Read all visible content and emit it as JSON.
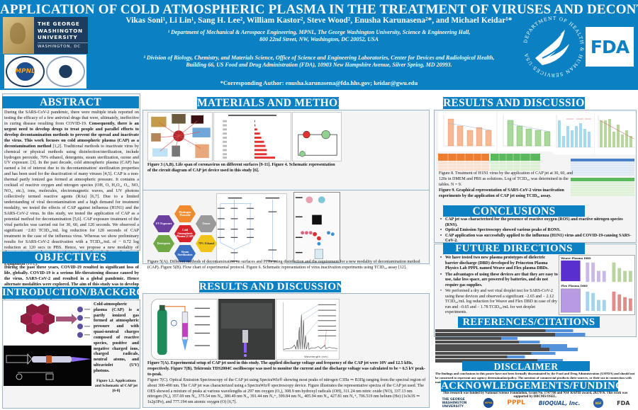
{
  "header": {
    "title": "APPLICATION OF COLD ATMOSPHERIC PLASMA IN THE TREATMENT OF VIRUSES AND DECONTAMINATION",
    "authors": "Vikas Soni¹, Li Lin¹, Sang H. Lee², William Kastor², Steve Wood², Enusha Karunasena²*, and Michael Keidar¹*",
    "affiliation1_line1": "¹ Department of Mechanical & Aerospace Engineering, MPNL, The George Washington University, Science & Engineering Hall,",
    "affiliation1_line2": "800 22nd Street, NW, Washington, DC 20052, USA",
    "affiliation2_line1": "² Division of Biology, Chemistry, and Materials Science, Office of Science and Engineering Laboratories, Center for Devices and Radiological Health,",
    "affiliation2_line2": "Building 66, US Food and Drug Administration (FDA), 10903 New Hampshire Avenue, Silver Spring, MD 20993.",
    "corresponding": "*Corresponding Author: enusha.karunasena@fda.hhs.gov; keidar@gwu.edu",
    "logos": {
      "gwu_line1": "THE GEORGE",
      "gwu_line2": "WASHINGTON",
      "gwu_line3": "UNIVERSITY",
      "gwu_line4": "WASHINGTON, DC",
      "mpnl": "MPNL",
      "hhs_ring": "DEPARTMENT OF HEALTH & HUMAN SERVICES·USA",
      "fda": "FDA"
    }
  },
  "abstract": {
    "heading": "ABSTRACT",
    "p1": "During the SARS-CoV-2 pandemic, there were multiple trials reported on testing the efficacy of a few antiviral drugs that were, ultimately, ineffective in curing disease resulting from COVID-19.",
    "p2_bold": "Consequently, there is an urgent need to develop drugs to treat people and parallel efforts to develop decontamination methods to prevent the spread and inactivate the virus. This work focuses on cold atmospheric plasma (CAP) as a decontamination method",
    "p2_ref": " [1,2].",
    "p3": "Traditional methods to inactivate virus by chemical or physical methods using disinfection/sterilization, include hydrogen peroxide, 70% ethanol, detergents, steam sterilization, ozone and UV exposure. [3]. In the past decade, cold atmospheric plasma (CAP) has earned a lot of interest due to its decontamination/ sterilization properties and has been used for the deactivation of many viruses [4,5]. CAP is a non-thermal partly ionized gas formed at atmospheric pressure. It contains a cocktail of reactive oxygen and nitrogen species (OH, O, H₂O₂, O₃, NO, NO₂, etc.), ions, molecules, electromagnetic waves, and UV photons collectively termed reactive agents (RAs) [6,7]. Due to a limited understanding of viral decontamination and a high demand for treatment modality, we tested the effects of CAP against influenza (H1N1) and the SARS-CoV-2 virus. In this study, we tested the application of CAP as a potential method for decontamination [5,6]. CAP exposure treatment of the viral particles was carried out for 30, 60, and 120 seconds. We observed a significant −2.83 TCID₅₀/mL log reduction for 120 seconds of CAP treatment in the case of the influenza virus. Whereas we show preliminary results for SARS-CoV-2 deactivation with a TCID₅₀/mL of − 0.72 log reduction at 120 secs in PBS. Hence, we propose a new modality of decontamination and preventive interventions through the application of CAP which could be used in decontaminating ",
    "p3_bold_end": "Personal Protective Equipment",
    "p3_tail": " (PPE)."
  },
  "objectives": {
    "heading": "OBJECTIVES",
    "text": "During the past three years, COVID-19 resulted in significant loss of life, globally. COVID-19 is a serious life-threatening disease caused by the virus, SARS-CoV-2 and resulted in a global pandemic. Hence alternate modalities were explored. The aim of this study was to develop a potential method of decontamination rendering viruses inactive. To do this, we developed and tested cold atmospheric plasma (CAP) to inactivate viruses like influenza and SARS-CoV-2."
  },
  "introduction": {
    "heading": "INTRODUCTION/BACKGROUND",
    "text": "Cold-atmospheric plasma (CAP) is a partly ionized gas formed at atmospheric pressure and with quasi-neutral charges composed of reactive species, positive and negative charged ions, charged radicals, neutral atoms, and ultraviolet (UV) photons.",
    "caption": "Figure 1,2. Applications and Schematic of CAP jet [6-8]",
    "fig_labels": [
      "Noble Gas Supply",
      "Anode",
      "Plasma Source",
      "Cathode",
      "Plasma"
    ]
  },
  "materials_methods": {
    "heading": "MATERIALS AND METHODS",
    "fig3_labels": [
      "Food & Drinks",
      "4 Hours",
      "3 Hours",
      "Life span of SARS-CoV-2",
      "1 - 3 Days",
      "Plastic material",
      "24 hours",
      "Stainless steel",
      "Water",
      "1 - 2 days",
      "Skin"
    ],
    "fig3b_title": "How long the new coronavirus can live on surfaces",
    "fig3b_durations": [
      "3 Hours",
      "4 Hours",
      "24 Hours",
      "2 Days",
      "3 Days",
      "2 - 3 Days",
      "4 Days",
      "5 Days",
      "6 Days",
      "7 Days"
    ],
    "fig4_labels": [
      "Frequency generator",
      "DC power supply",
      "IGBT",
      "IGBT - Insulated gate bipolar transistor"
    ],
    "caption1": "Figure 3 (A,B). Life span of coronavirus on different surfaces [9-11]. Figure 4. Schematic representation of the circuit diagram of CAP jet device used in this study [6].",
    "hexagons": [
      {
        "label": "Hydrogen Peroxide",
        "color": "#ef8a2e"
      },
      {
        "label": "UV Exposure",
        "color": "#6a3fa0"
      },
      {
        "label": "Ozone",
        "color": "#9a9a9a"
      },
      {
        "label": "Cold Atmospheric Plasma (CAP)",
        "color": "#d8222a"
      },
      {
        "label": "Detergents",
        "color": "#6fa844"
      },
      {
        "label": "70% Ethanol",
        "color": "#f0c419"
      },
      {
        "label": "Steam Sterilization",
        "color": "#3b6fc2"
      }
    ],
    "flow_labels": [
      "Dilute Virus Inoculum",
      "Experimental",
      "Medium Control",
      "Negative Control",
      "Cell Viability Control",
      "Observe CPE"
    ],
    "fig6_labels": [
      "Virus added to surface plate",
      "Exposed to Plasma",
      "Application to host cells",
      "Incubation",
      "TCID50 assay"
    ],
    "caption2": "Figure 5(A). Different methods of decontamination on surfaces and PPEs using disinfection and the requirement for a new modality of decontamination method (CAP). Figure 5(B). Flow chart of experimental protocol. Figure 6. Schematic representation of virus inactivation experiments using TCID₅₀ assay [12]."
  },
  "results_middle": {
    "heading": "RESULTS AND DISCUSSION",
    "fig7a_labels": [
      "Gas Inlet",
      "Inner Electrode",
      "Quartz Tube",
      "Copper Electrode",
      "Plasma Jet Plume",
      "High Voltage Supply",
      "Ground Electrode",
      "Helium Tank"
    ],
    "fig7c_xlabel": "Wavelength (nm)",
    "fig7c_ylabel": "Intensity (a.u.)",
    "fig7c_xticks": [
      "300",
      "400",
      "500",
      "600",
      "700",
      "800"
    ],
    "caption_a": "Figure 7(A). Experimental setup of CAP jet used in this study. The applied discharge voltage and frequency of the CAP jet were 10V and 12.5 kHz, respectively. Figure 7(B). Tektronix TDS2004C oscilloscope was used to monitor the current and the discharge voltage was calculated to be ~ 6.5 kV peak-to-peak.",
    "caption_c": "Figure 7(C). Optical Emission Spectroscopy of the CAP jet using SpectraWiz® showing most peaks of nitrogen C3Πu ⇒ B3Πg ranging from the spectral region of about 300-490 nm. The CAP jet was characterized using a SpectraWiz® spectroscopy device. Figure illustrates the representative spectra of the CAP jet used. The OES showed a mixture of peaks at various wavelengths at 297 nm oxygen (O₂), 308.9 nm hydroxyl radicals (OH), 311.24 nm nitric oxide (NO), 337.13 nm nitrogen (N₂), 357.69 nm N₂, 375.54 nm N₂, 380.49 nm N₂, 391.44 nm N₂+, 399.84 nm N₂, 405.94 nm N₂, 427.81 nm N₂+, 706.519 nm helium (He) (1s3s3S ⇒ 1s2p3Po), and 777.194 nm atomic oxygen (O) [6,7]."
  },
  "results_right": {
    "heading": "RESULTS AND DISCUSSION",
    "chart_titles": [
      "H1N1 in DMEM: CAP Jet treatment",
      "H1N1 in PBS: CAP Jet treatment",
      "CAP treatment of SARS-CoV-2 in DMEM",
      "CAP treatment of SARS-CoV-2 in PBS"
    ],
    "legend_note": [
      "PT - Plating Control",
      "MPS - Virus Back Titer",
      "DMC - Drain Sampling Control"
    ],
    "table_h1n1_dmem_headers": [
      "Exposure conditions",
      "log TCID50",
      "TCID50/ml",
      "log TCID50/ml",
      "log reduction against standard control",
      "log reduction against untreated virus"
    ],
    "table_h1n1_dmem_rows": [
      [
        "DMEM 30 S",
        "5.47",
        "2.95E+05",
        "5.47",
        "-0.65",
        "-0.65"
      ],
      [
        "DMEM 60 S",
        "5.5",
        "3.16E+05",
        "5.5",
        "-0.77",
        "-2.1"
      ],
      [
        "DMEM 120 S",
        "4.5",
        "3.16E+04",
        "4.5",
        "-1",
        "-2.83"
      ]
    ],
    "table_h1n1_pbs_rows": [
      [
        "PBS 30 seconds",
        "4",
        "1.00E+04",
        "3.7",
        "-0.8",
        "-1"
      ],
      [
        "PBS 60 seconds",
        "3.87",
        "7.41E+03",
        "3.87",
        "-0.83",
        "-0.83"
      ],
      [
        "PBS 120 seconds",
        "3.67",
        "4.64E+03",
        "3.67",
        "-0.83",
        "-2.53"
      ]
    ],
    "caption8": "Figure 8. Treatment of H1N1 virus by the application of CAP jet at 30, 60, and 120s in DMEM and PBS as solutions. Log of TCID₅₀ was determined in the tables. N = 9.",
    "caption9": "Figure 9. Graphical representation of SARS-CoV-2 virus inactivation experiments by the application of CAP jet using TCID₅₀ assay."
  },
  "conclusions": {
    "heading": "CONCLUSIONS",
    "items": [
      "CAP jet was characterized for the presence of reactive oxygen (ROS) and reactive nitrogen species (RNS).",
      "Optical Emission Spectroscopy showed various peaks of RONS.",
      "CAP application was successfully applied to the influenza (H1N1) virus and COVID-19-causing SARS-CoV-2.",
      "TCID₅₀/mL for both the viruses was calculated post-application with CAP and was found to be a significant −2.83 TCID₅₀/mL (DMEM) and −2.53 TCID₅₀/mL (PBS) log reduction for 120 seconds of CAP treatment in the case of the influenza virus and − 0.72 log reduction at 120 secs for SARS-CoV-2 in PBS.",
      "Our preliminary data suggests the application of CAP jet in the inactivation of the virus and potential decontamination of PPEs."
    ]
  },
  "future": {
    "heading": "FUTURE DIRECTIONS",
    "items": [
      "We have tested two new plasma prototypes of dielectric barrier discharge (DBD) developed by Princeton Plasma Physics Lab PPPL named Weave and Flex plasma DBDs.",
      "The advantages of using these devices are that they are easy to use, take less space, are powered by batteries, and do not require gas supplies.",
      "We performed a dry and wet viral droplet test for SARS-CoV-2 using these devices and observed a significant −2.65 and − 2.12 TCID₅₀/mL log reduction for Weave and Flex DBD in case of dry run and −0.65 and − 1.78 TCID₅₀/mL for wet droplet experiments."
    ],
    "fig_labels": [
      "Weave Plasma DBD",
      "Flex Plasma DBD"
    ]
  },
  "references": {
    "heading": "REFERENCES/CITATIONS",
    "count": 12
  },
  "disclaimer": {
    "heading": "DISCLAIMER",
    "text": "The findings and conclusions in this poster have not been formally disseminated by the Food and Drug Administration (USFDA) and should not be construed to represent any agency determination/policy. The mention of commercial products their sources, or their use in connection with material reported herein is not to be construed as either an actual or implied endorsement."
  },
  "acknowledgements": {
    "heading": "ACKNOWLEDGEMENTS/FUNDING",
    "text": "This research was funded by National Science Foundation, Grant No. 1747760 and NSF RAPID award, 2027976. This work was supported by DBCMS/OSEL.",
    "logos": [
      "THE GEORGE WASHINGTON UNIVERSITY",
      "MPNL",
      "PPPL",
      "BIOQUAL, Inc.",
      "NSF",
      "FDA"
    ]
  },
  "colors": {
    "brand_blue": "#0b80c3",
    "panel_border": "#9bb3c9",
    "accent_red": "#e03131",
    "orange_bars": "#f4a26b",
    "green_bars": "#8cc87a",
    "blue_bars": "#8ecae6",
    "olive_bars": "#a7c98a"
  }
}
